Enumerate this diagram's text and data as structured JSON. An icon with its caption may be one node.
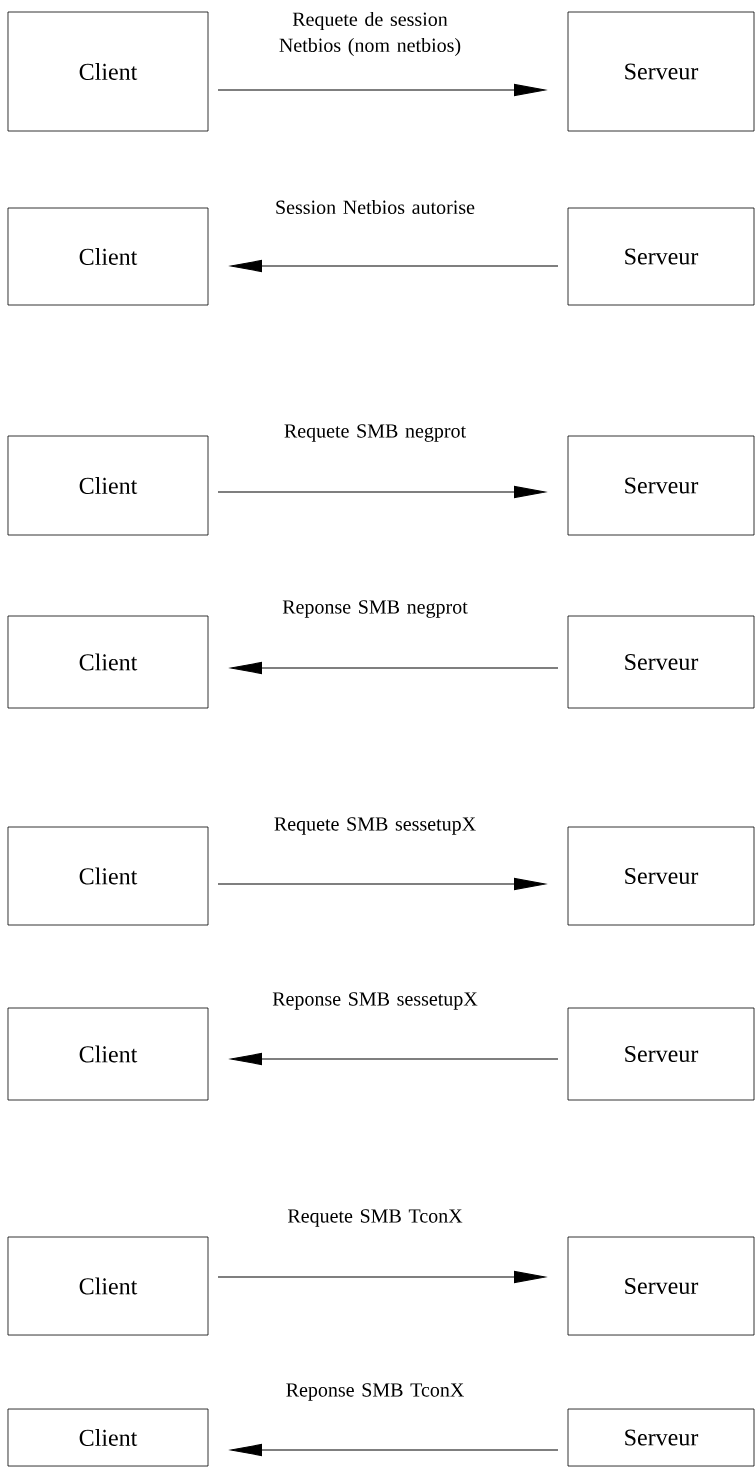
{
  "diagram": {
    "nodes": [
      {
        "text": [
          "Client"
        ]
      },
      {
        "text": [
          "Serveur"
        ]
      },
      {
        "text": [
          "Client"
        ]
      },
      {
        "text": [
          "Serveur"
        ]
      },
      {
        "text": [
          "Client"
        ]
      },
      {
        "text": [
          "Serveur"
        ]
      },
      {
        "text": [
          "Client"
        ]
      },
      {
        "text": [
          "Serveur"
        ]
      },
      {
        "text": [
          "Client"
        ]
      },
      {
        "text": [
          "Serveur"
        ]
      },
      {
        "text": [
          "Client"
        ]
      },
      {
        "text": [
          "Serveur"
        ]
      },
      {
        "text": [
          "Client"
        ]
      },
      {
        "text": [
          "Serveur"
        ]
      },
      {
        "text": [
          "Client"
        ]
      },
      {
        "text": [
          "Serveur"
        ]
      }
    ],
    "edges": [
      {
        "from": 0,
        "to": 1,
        "arrow": "to",
        "label": "Requete de session Netbios (nom netbios)"
      },
      {
        "from": 3,
        "to": 2,
        "arrow": "to",
        "label": "Session Netbios autorise"
      },
      {
        "from": 4,
        "to": 5,
        "arrow": "to",
        "label": "Requete SMB negprot"
      },
      {
        "from": 7,
        "to": 6,
        "arrow": "to",
        "label": "Reponse SMB negprot"
      },
      {
        "from": 8,
        "to": 9,
        "arrow": "to",
        "label": "Requete SMB sessetupX"
      },
      {
        "from": 11,
        "to": 10,
        "arrow": "to",
        "label": "Reponse SMB sessetupX"
      },
      {
        "from": 12,
        "to": 13,
        "arrow": "to",
        "label": "Requete SMB TconX"
      },
      {
        "from": 15,
        "to": 14,
        "arrow": "to",
        "label": "Reponse SMB TconX"
      }
    ]
  }
}
